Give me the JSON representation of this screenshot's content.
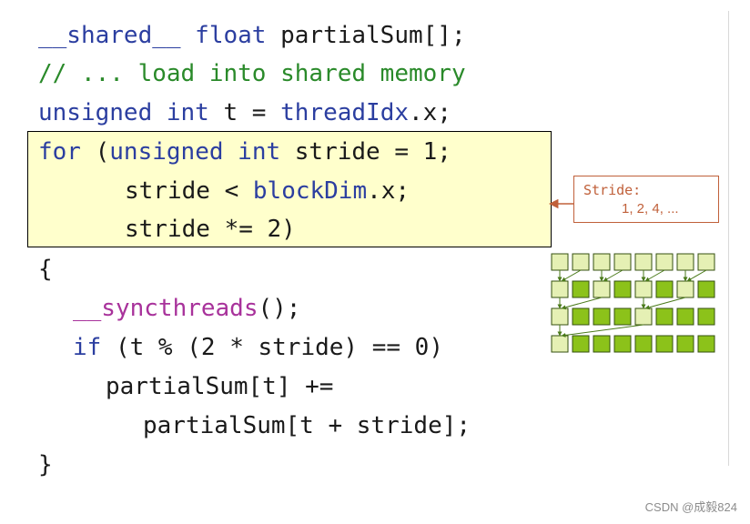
{
  "code": {
    "line1": {
      "kw": "__shared__ float",
      "rest": " partialSum[];"
    },
    "line2": {
      "comment": "// ... load into shared memory"
    },
    "line3": {
      "kw": "unsigned int",
      "mid": " t = ",
      "bi": "threadIdx",
      "rest": ".x;"
    },
    "line4": {
      "kw1": "for",
      "mid1": " (",
      "kw2": "unsigned int",
      "rest": " stride = 1;"
    },
    "line5": {
      "lead": "stride < ",
      "bi": "blockDim",
      "rest": ".x;"
    },
    "line6": {
      "text": "stride *= 2)"
    },
    "line7": {
      "text": "{"
    },
    "line8": {
      "fn": "__syncthreads",
      "rest": "();"
    },
    "line9": {
      "kw": "if",
      "rest": " (t % (2 * stride) == 0)"
    },
    "line10": {
      "text": "partialSum[t] +="
    },
    "line11": {
      "text": "partialSum[t + stride];"
    },
    "line12": {
      "text": "}"
    }
  },
  "callout": {
    "title": "Stride:",
    "values": "1, 2, 4, ..."
  },
  "diagram": {
    "rows": 4,
    "cols": 8,
    "colors": {
      "light": "#e5f0b4",
      "active": "#8cc21a",
      "border": "#355010",
      "arrow": "#4a7a1a"
    }
  },
  "colors": {
    "keyword": "#2b3ea0",
    "comment": "#2a8a2a",
    "builtin": "#2b3ea0",
    "function": "#a8329b",
    "highlight": "#ffffcc",
    "callout": "#c0603a"
  },
  "watermark": "CSDN @成毅824"
}
